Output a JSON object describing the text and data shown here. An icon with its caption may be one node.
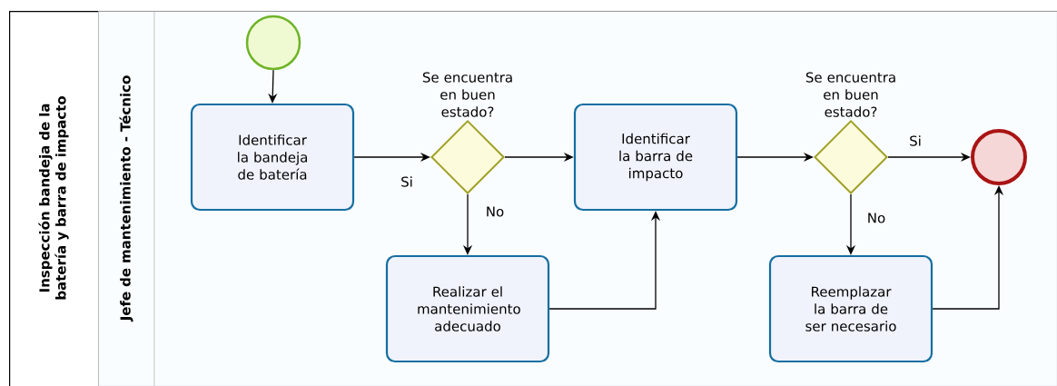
{
  "diagram": {
    "nodes": [
      {
        "text": [
          "Inspección bandeja de la batería y barra de impacto"
        ]
      },
      {
        "text": [
          "Jefe de mantenimiento - Técnico"
        ],
        "in": 0
      },
      {
        "text": [],
        "shape": "circle",
        "in": 1
      },
      {
        "text": [
          "Identificar la bandeja de batería"
        ],
        "in": 1
      },
      {
        "text": [
          "Se encuentra en buen estado?"
        ],
        "in": 1
      },
      {
        "text": [
          "Identificar la barra de impacto"
        ],
        "in": 1
      },
      {
        "text": [
          "Realizar el mantenimiento adecuado"
        ],
        "in": 1
      },
      {
        "text": [
          "Se encuentra en buen estado?"
        ],
        "in": 1
      },
      {
        "text": [],
        "shape": "circle",
        "in": 1
      },
      {
        "text": [
          "Reemplazar la barra de ser necesario"
        ],
        "in": 1
      }
    ],
    "edges": [
      {
        "from": 2,
        "to": 3,
        "arrow": "to"
      },
      {
        "from": 3,
        "to": 4,
        "arrow": "to",
        "label": "Si"
      },
      {
        "from": 4,
        "to": 5,
        "arrow": "to"
      },
      {
        "from": 4,
        "to": 6,
        "arrow": "to",
        "label": "No"
      },
      {
        "from": 6,
        "to": 5,
        "arrow": "to"
      },
      {
        "from": 5,
        "to": 7,
        "arrow": "to"
      },
      {
        "from": 7,
        "to": 8,
        "arrow": "to",
        "label": "Si"
      },
      {
        "from": 7,
        "to": 9,
        "arrow": "to",
        "label": "No"
      },
      {
        "from": 9,
        "to": 8,
        "arrow": "to"
      }
    ]
  }
}
